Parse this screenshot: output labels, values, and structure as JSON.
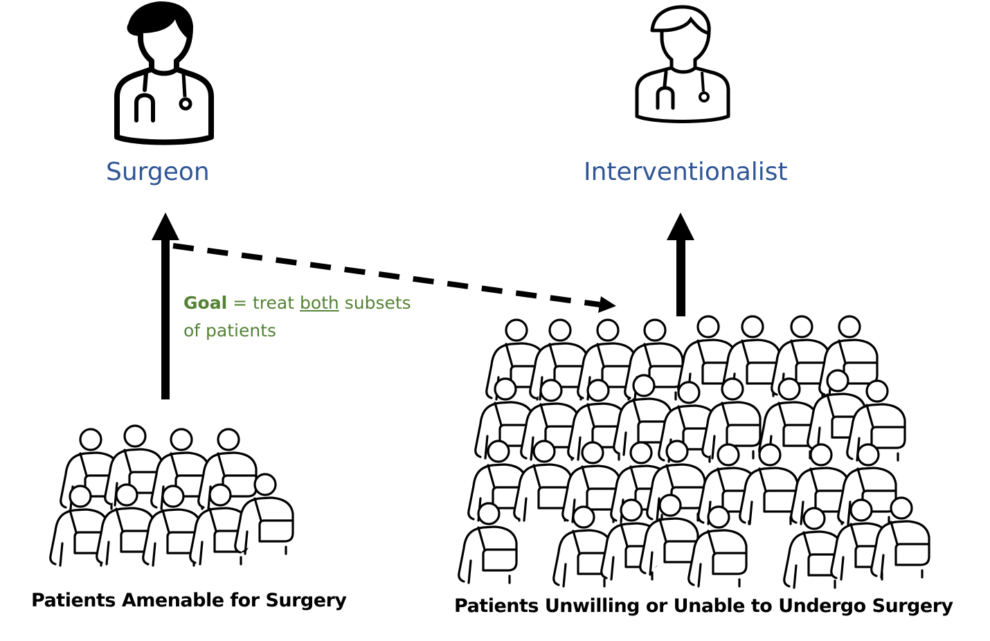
{
  "roles": {
    "surgeon": {
      "label": "Surgeon",
      "icon": "doctor-icon-filled-hair"
    },
    "interventionalist": {
      "label": "Interventionalist",
      "icon": "doctor-icon-outline-hair"
    }
  },
  "goal": {
    "bold": "Goal",
    "pre": " = treat ",
    "underlined": "both",
    "post": " subsets",
    "line2": "of patients"
  },
  "groups": {
    "amenable": {
      "label": "Patients Amenable for Surgery",
      "icon": "patient-with-sling-icon"
    },
    "unwilling": {
      "label": "Patients Unwilling or Unable to Undergo Surgery",
      "icon": "patient-with-sling-icon"
    }
  },
  "arrows": [
    {
      "from": "amenable",
      "to": "surgeon",
      "style": "solid"
    },
    {
      "from": "surgeon",
      "to": "unwilling",
      "style": "dashed"
    },
    {
      "from": "unwilling",
      "to": "interventionalist",
      "style": "solid"
    }
  ],
  "colors": {
    "role_text": "#2f5597",
    "goal_text": "#548235",
    "ink": "#000000"
  }
}
